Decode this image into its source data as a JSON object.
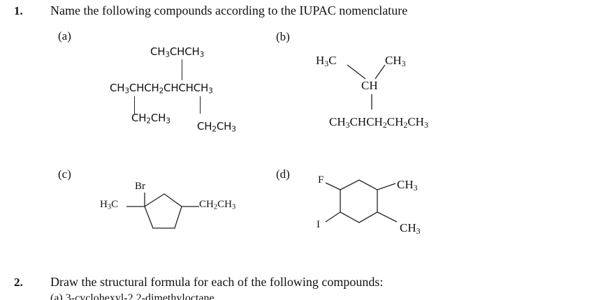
{
  "q1": {
    "number": "1.",
    "text": "Name the following compounds according to the IUPAC nomenclature"
  },
  "a": {
    "label": "(a)",
    "top": "CH3CHCH3",
    "main": "CH3CHCH2CHCHCH3",
    "sub1": "CH2CH3",
    "sub2": "CH2CH3"
  },
  "b": {
    "label": "(b)",
    "left_methyl": "H3C",
    "right_methyl": "CH3",
    "ch": "CH",
    "main": "CH3CHCH2CH2CH3"
  },
  "c": {
    "label": "(c)",
    "br": "Br",
    "methyl": "H3C",
    "ethyl": "CH2CH3"
  },
  "d": {
    "label": "(d)",
    "f": "F",
    "i": "I",
    "methyl1": "CH3",
    "methyl2": "CH3"
  },
  "q2": {
    "number": "2.",
    "text": "Draw the structural formula for each of the following compounds:",
    "item_a": "(a)    3-cyclohexyl-2,2-dimethyloctane"
  }
}
